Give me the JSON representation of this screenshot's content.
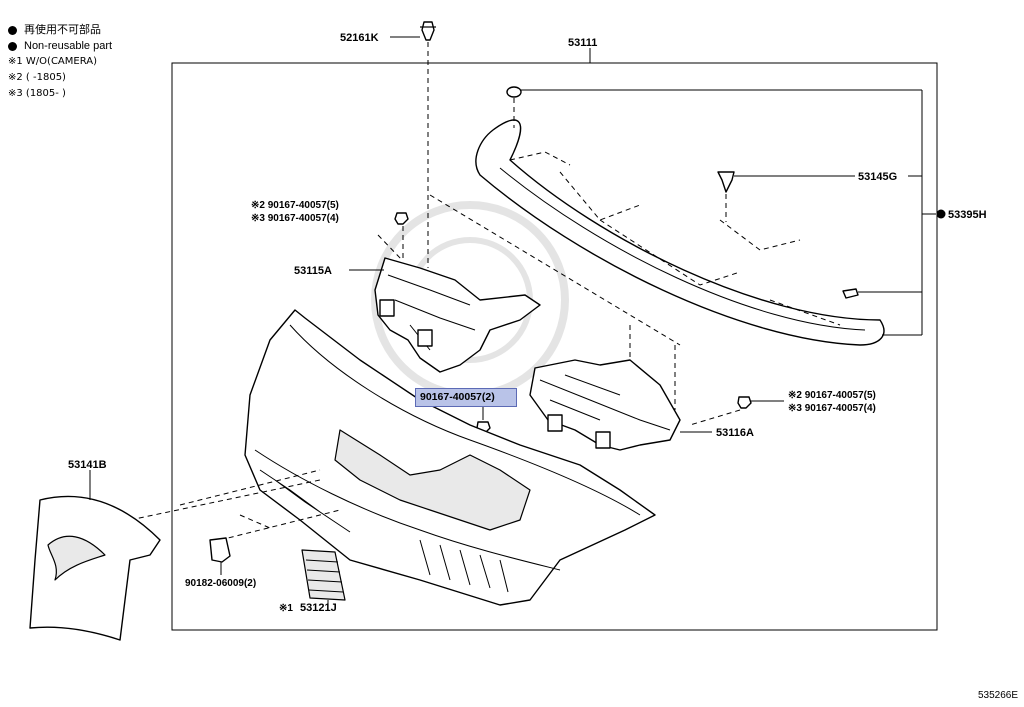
{
  "legend": {
    "title_jp": "再使用不可部品",
    "title_en": "Non-reusable part",
    "notes": [
      "※1 W/O(CAMERA)",
      "※2 (      -1805)",
      "※3 (1805-      )"
    ]
  },
  "labels": {
    "p52161K": "52161K",
    "p53111": "53111",
    "p53145G": "53145G",
    "p53395H": "53395H",
    "p53115A": "53115A",
    "p53116A": "53116A",
    "p53141B": "53141B",
    "p53121J": "53121J",
    "p53121J_note": "※1",
    "bolt_left_a": "※2 90167-40057(5)",
    "bolt_left_b": "※3 90167-40057(4)",
    "bolt_right_a": "※2 90167-40057(5)",
    "bolt_right_b": "※3 90167-40057(4)",
    "bolt_center": "90167-40057(2)",
    "clip_left": "90182-06009(2)"
  },
  "diagram_id": "535266E"
}
